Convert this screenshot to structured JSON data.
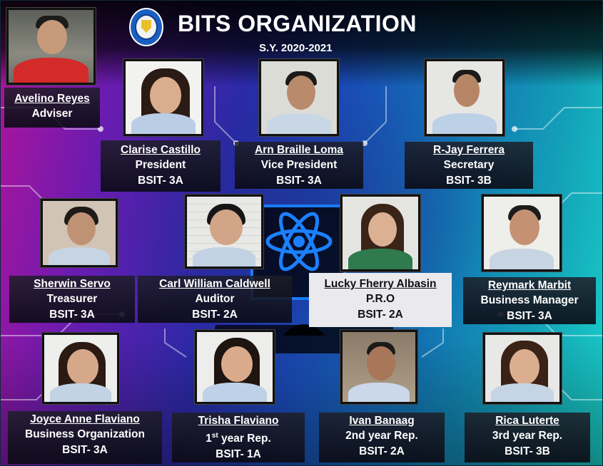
{
  "header": {
    "title": "BITS ORGANIZATION",
    "school_year": "S.Y. 2020-2021"
  },
  "colors": {
    "accent_dark": "#0b0b14",
    "card_light": "#e9e9ee",
    "text": "#ffffff"
  },
  "icons": {
    "logo": "school-seal-icon",
    "center": "atom-icon"
  },
  "members": [
    {
      "name": "Avelino Reyes",
      "role": "Adviser",
      "section": ""
    },
    {
      "name": "Clarise Castillo",
      "role": "President",
      "section": "BSIT- 3A"
    },
    {
      "name": "Arn Braille Loma",
      "role": "Vice President",
      "section": "BSIT- 3A"
    },
    {
      "name": "R-Jay Ferrera",
      "role": "Secretary",
      "section": "BSIT- 3B"
    },
    {
      "name": "Sherwin Servo",
      "role": "Treasurer",
      "section": "BSIT- 3A"
    },
    {
      "name": "Carl William Caldwell",
      "role": "Auditor",
      "section": "BSIT- 2A"
    },
    {
      "name": "Lucky Fherry Albasin",
      "role": "P.R.O",
      "section": "BSIT- 2A"
    },
    {
      "name": "Reymark Marbit",
      "role": "Business Manager",
      "section": "BSIT- 3A"
    },
    {
      "name": "Joyce Anne Flaviano",
      "role": "Business Organization",
      "section": "BSIT- 3A"
    },
    {
      "name": "Trisha Flaviano",
      "role_num": "1",
      "role_sup": "st",
      "role_rest": " year Rep.",
      "section": "BSIT- 1A"
    },
    {
      "name": "Ivan Banaag",
      "role": "2nd year Rep.",
      "section": "BSIT- 2A"
    },
    {
      "name": "Rica Luterte",
      "role": "3rd year Rep.",
      "section": "BSIT- 3B"
    }
  ]
}
